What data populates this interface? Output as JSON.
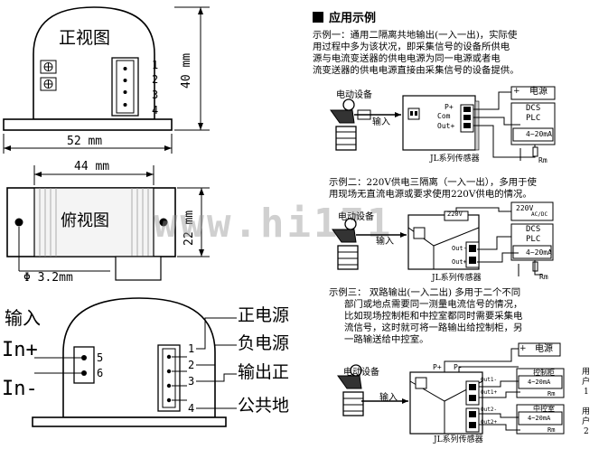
{
  "front_view": {
    "title": "正视图",
    "pins": [
      "1",
      "2",
      "3",
      "4"
    ],
    "height_label": "40 mm",
    "width_label": "52 mm"
  },
  "top_view": {
    "title": "俯视图",
    "inner_width_label": "44 mm",
    "depth_label": "22 mm",
    "hole_label": "Φ 3.2mm"
  },
  "wiring_view": {
    "input_label": "输入",
    "in_plus": "In+",
    "in_minus": "In-",
    "input_pins": [
      "5",
      "6"
    ],
    "output_pins": [
      "1",
      "2",
      "3",
      "4"
    ],
    "output_labels": [
      "正电源",
      "负电源",
      "输出正",
      "公共地"
    ]
  },
  "watermark": "www.hi171",
  "applications": {
    "heading": "应用示例",
    "example1": {
      "lines": [
        "示例一：通用二隔离共地输出(一入一出)，实际使",
        "用过程中多为该状况，即采集信号的设备所供电",
        "源与电流变送器的供电电源为同一电源或者电",
        "流变送器的供电电源直接由采集信号的设备提供。"
      ],
      "device_label": "电动设备",
      "input_label": "输入",
      "sensor_label": "JL系列传感器",
      "terminals": [
        "P+",
        "Com",
        "Out+"
      ],
      "power_label": "电源",
      "power_sign": "+",
      "dcs_label": "DCS",
      "plc_label": "PLC",
      "current_label": "4~20mA",
      "rm_label": "Rm"
    },
    "example2": {
      "lines": [
        "示例二：220V供电三隔离（一入一出），多用于使",
        "用现场无直流电源或要求使用220V供电的情况。"
      ],
      "device_label": "电动设备",
      "input_label": "输入",
      "sensor_label": "JL系列传感器",
      "supply_label": "220V",
      "supply_sub": "AC/DC",
      "box_label": "220V",
      "terminals": [
        "Out-",
        "Out+"
      ],
      "dcs_label": "DCS",
      "plc_label": "PLC",
      "current_label": "4~20mA",
      "rm_label": "Rm"
    },
    "example3": {
      "lines": [
        "示例三：  双路输出(一入二出) 多用于二个不同",
        "部门或地点需要同一测量电流信号的情况，",
        "比如现场控制柜和中控室都同时需要采集电",
        "流信号，这时就可将一路输出给控制柜，另",
        "一路输送给中控室。"
      ],
      "device_label": "电动设备",
      "input_label": "输入",
      "sensor_label": "JL系列传感器",
      "power_label": "电源",
      "power_sign": "+",
      "terminals_top": [
        "P+",
        "P-"
      ],
      "out_terminals": [
        "Out1-",
        "Out1+",
        "Out2-",
        "Out2+"
      ],
      "box1_label": "控制柜",
      "box2_label": "中控室",
      "current_label": "4~20mA",
      "rm_label": "Rm",
      "user1": [
        "用",
        "户",
        "1"
      ],
      "user2": [
        "用",
        "户",
        "2"
      ]
    }
  }
}
